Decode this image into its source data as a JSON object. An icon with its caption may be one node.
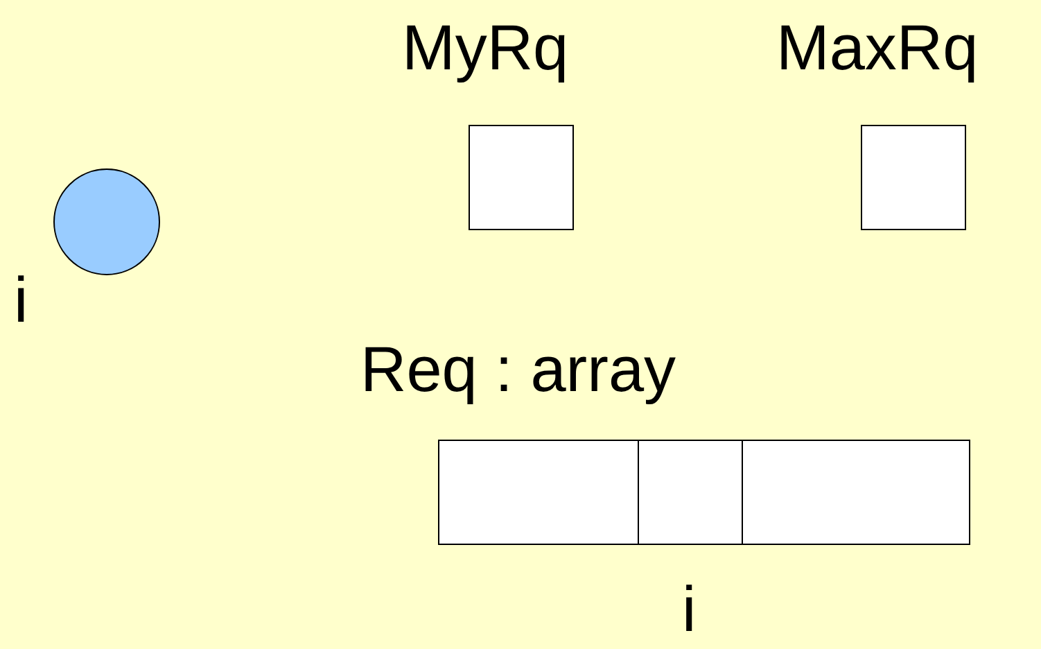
{
  "diagram": {
    "nodes": [
      {
        "text": [],
        "shape": "circle",
        "beside": [
          "i"
        ]
      },
      {
        "text": [
          "MyRq"
        ]
      },
      {
        "text": [
          "MaxRq"
        ]
      },
      {
        "text": [
          "Req : array"
        ]
      },
      {
        "text": [],
        "shape": "box",
        "in": 3
      },
      {
        "text": [],
        "shape": "box",
        "in": 3,
        "beside": [
          "i"
        ]
      },
      {
        "text": [],
        "shape": "box",
        "in": 3
      }
    ]
  }
}
